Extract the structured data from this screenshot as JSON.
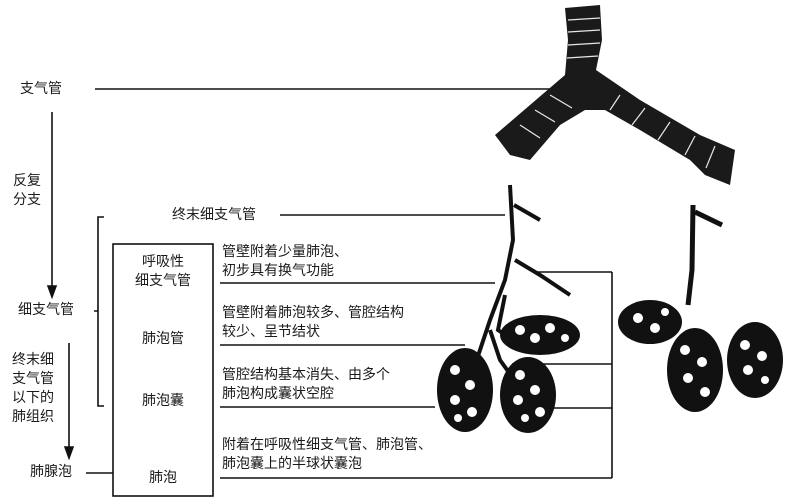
{
  "left_labels": {
    "bronchus": "支气管",
    "repeated_branching": [
      "反复",
      "分支"
    ],
    "bronchiole": "细支气管",
    "below_terminal": [
      "终末细",
      "支气管",
      "以下的",
      "肺组织"
    ],
    "acinus": "肺腺泡"
  },
  "terminal_bronchiole": "终末细支气管",
  "box_items": [
    {
      "name": [
        "呼吸性",
        "细支气管"
      ],
      "desc": [
        "管壁附着少量肺泡、",
        "初步具有换气功能"
      ]
    },
    {
      "name": [
        "肺泡管"
      ],
      "desc": [
        "管壁附着肺泡较多、管腔结构",
        "较少、呈节结状"
      ]
    },
    {
      "name": [
        "肺泡囊"
      ],
      "desc": [
        "管腔结构基本消失、由多个",
        "肺泡构成囊状空腔"
      ]
    },
    {
      "name": [
        "肺泡"
      ],
      "desc": [
        "附着在呼吸性细支气管、肺泡管、",
        "肺泡囊上的半球状囊泡"
      ]
    }
  ]
}
